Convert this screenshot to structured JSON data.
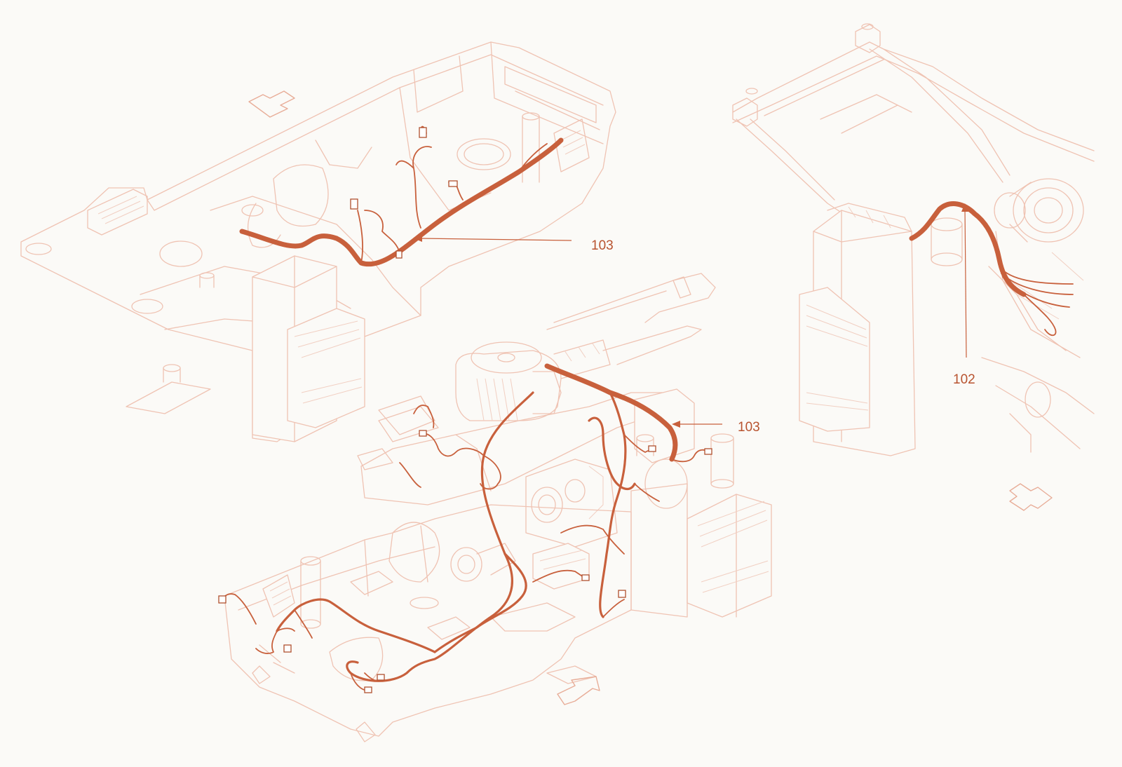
{
  "callouts": {
    "harness_top_left": "103",
    "harness_center": "103",
    "harness_right": "102"
  },
  "colors": {
    "harness": "#c8603c",
    "outline": "#efc3b3",
    "label": "#b8532f",
    "background": "#fbfaf7"
  },
  "icons": {
    "orientation_arrow_top_left": "direction-arrow-icon",
    "orientation_arrow_bottom_center": "direction-arrow-icon",
    "orientation_arrow_bottom_right": "direction-arrow-icon"
  }
}
